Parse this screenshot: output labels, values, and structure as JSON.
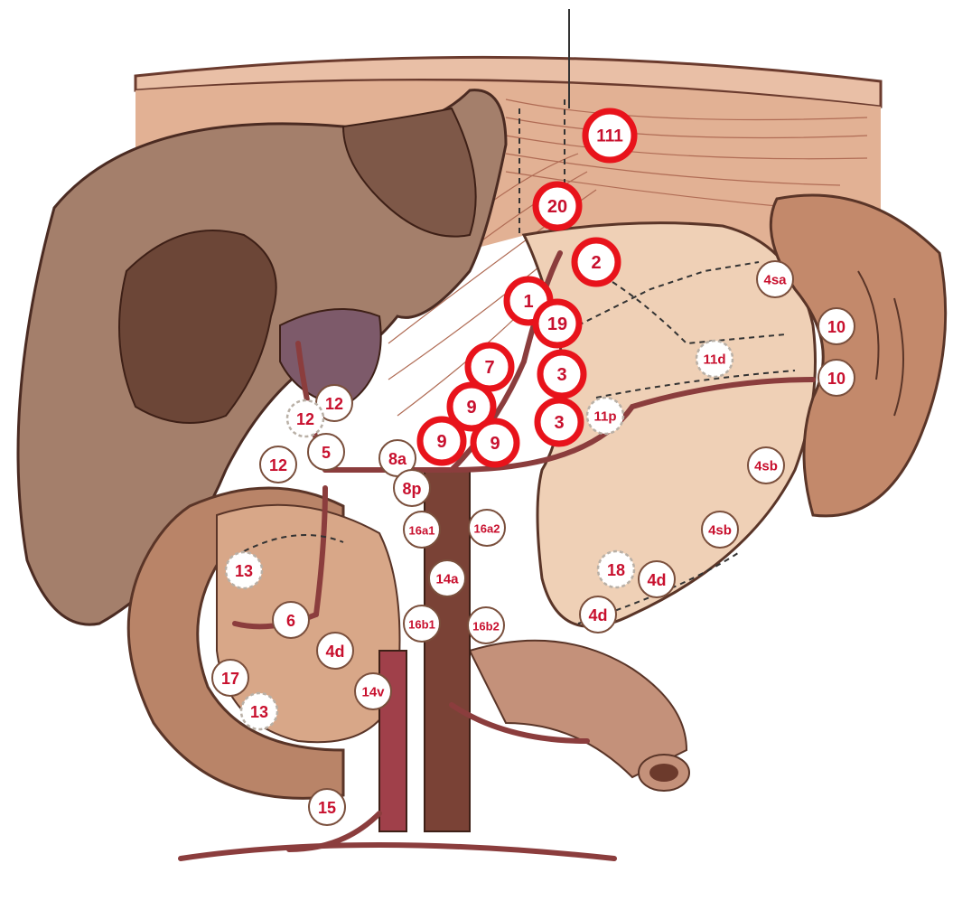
{
  "colors": {
    "highlight_ring": "#e8131b",
    "label_text": "#c8102e",
    "node_fill": "#ffffff",
    "dashed_border": "#b9b0a6",
    "solid_border": "#7a4f3c",
    "liver": "#a47f6b",
    "organ_light": "#e8c9ad",
    "pancreas": "#c49178",
    "vessel": "#8b3d3d"
  },
  "stations": [
    {
      "id": "s111",
      "label": "111",
      "style": "highlight"
    },
    {
      "id": "s20",
      "label": "20",
      "style": "highlight"
    },
    {
      "id": "s2",
      "label": "2",
      "style": "highlight"
    },
    {
      "id": "s1",
      "label": "1",
      "style": "highlight"
    },
    {
      "id": "s19",
      "label": "19",
      "style": "highlight"
    },
    {
      "id": "s7",
      "label": "7",
      "style": "highlight"
    },
    {
      "id": "s3a",
      "label": "3",
      "style": "highlight"
    },
    {
      "id": "s9a",
      "label": "9",
      "style": "highlight"
    },
    {
      "id": "s3b",
      "label": "3",
      "style": "highlight"
    },
    {
      "id": "s9b",
      "label": "9",
      "style": "highlight"
    },
    {
      "id": "s9c",
      "label": "9",
      "style": "highlight"
    },
    {
      "id": "s4sa",
      "label": "4sa",
      "style": "solid"
    },
    {
      "id": "s10a",
      "label": "10",
      "style": "solid"
    },
    {
      "id": "s10b",
      "label": "10",
      "style": "solid"
    },
    {
      "id": "s11d",
      "label": "11d",
      "style": "dashed"
    },
    {
      "id": "s11p",
      "label": "11p",
      "style": "dashed"
    },
    {
      "id": "s12a",
      "label": "12",
      "style": "solid"
    },
    {
      "id": "s12b",
      "label": "12",
      "style": "dashed"
    },
    {
      "id": "s12c",
      "label": "12",
      "style": "solid"
    },
    {
      "id": "s5",
      "label": "5",
      "style": "solid"
    },
    {
      "id": "s8a",
      "label": "8a",
      "style": "solid"
    },
    {
      "id": "s8p",
      "label": "8p",
      "style": "solid"
    },
    {
      "id": "s4sb1",
      "label": "4sb",
      "style": "solid"
    },
    {
      "id": "s4sb2",
      "label": "4sb",
      "style": "solid"
    },
    {
      "id": "s16a1",
      "label": "16a1",
      "style": "solid"
    },
    {
      "id": "s16a2",
      "label": "16a2",
      "style": "solid"
    },
    {
      "id": "s13a",
      "label": "13",
      "style": "dashed"
    },
    {
      "id": "s18",
      "label": "18",
      "style": "dashed"
    },
    {
      "id": "s4d1",
      "label": "4d",
      "style": "solid"
    },
    {
      "id": "s14a",
      "label": "14a",
      "style": "solid"
    },
    {
      "id": "s4d2",
      "label": "4d",
      "style": "solid"
    },
    {
      "id": "s6",
      "label": "6",
      "style": "solid"
    },
    {
      "id": "s16b1",
      "label": "16b1",
      "style": "solid"
    },
    {
      "id": "s16b2",
      "label": "16b2",
      "style": "solid"
    },
    {
      "id": "s4d3",
      "label": "4d",
      "style": "solid"
    },
    {
      "id": "s17",
      "label": "17",
      "style": "solid"
    },
    {
      "id": "s14v",
      "label": "14v",
      "style": "solid"
    },
    {
      "id": "s13b",
      "label": "13",
      "style": "dashed"
    },
    {
      "id": "s15",
      "label": "15",
      "style": "solid"
    }
  ]
}
